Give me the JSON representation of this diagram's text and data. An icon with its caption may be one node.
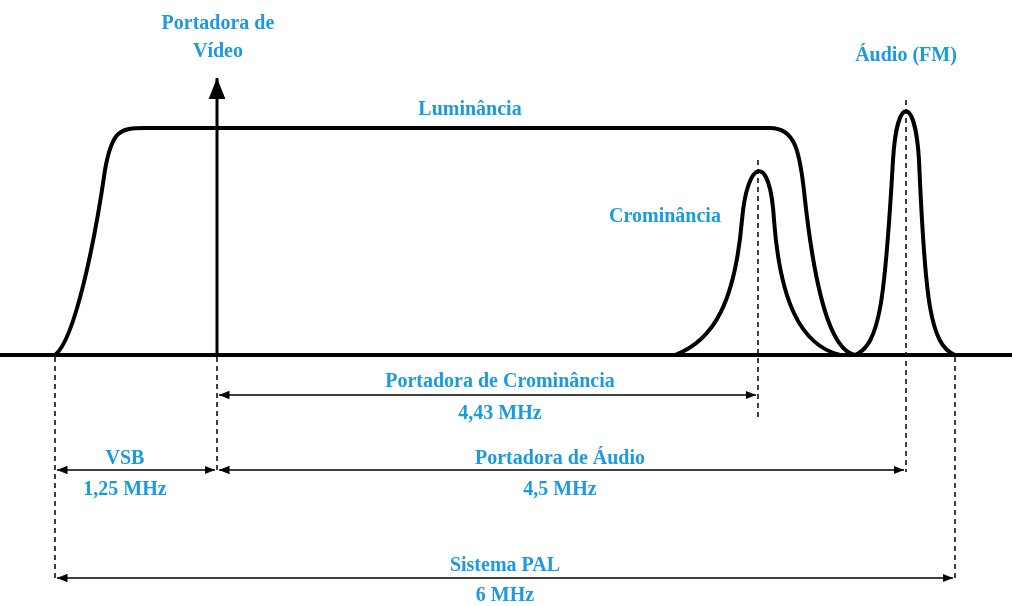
{
  "diagram": {
    "labels": [
      "Portadora de Vídeo",
      "Áudio (FM)",
      "Luminância",
      "Crominância",
      "Portadora de Crominância",
      "4,43 MHz",
      "VSB",
      "1,25 MHz",
      "Portadora de Áudio",
      "4,5 MHz",
      "Sistema PAL",
      "6 MHz"
    ]
  }
}
